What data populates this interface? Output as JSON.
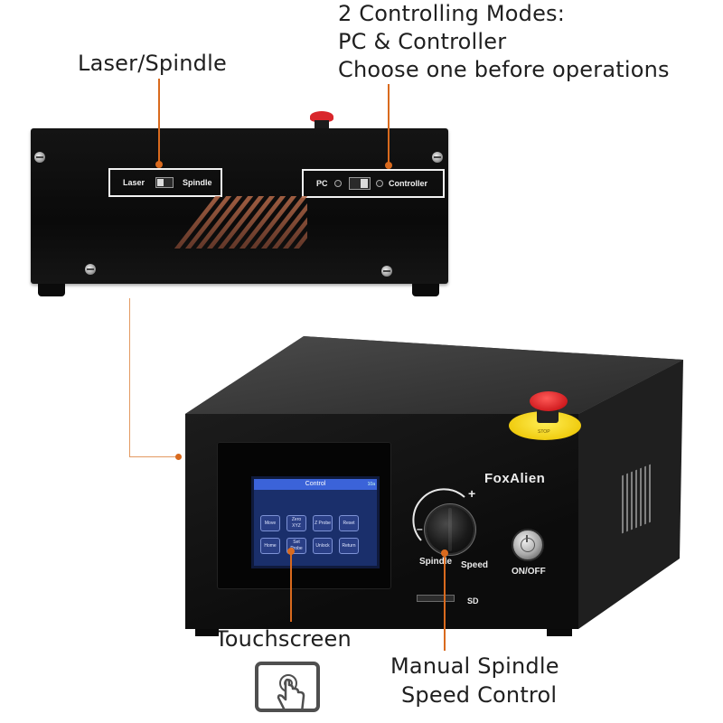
{
  "callouts": {
    "laser_spindle": "Laser/Spindle",
    "modes_line1": "2 Controlling Modes:",
    "modes_line2": "PC & Controller",
    "modes_line3": "Choose one before operations",
    "touchscreen": "Touchscreen",
    "manual_line1": "Manual Spindle",
    "manual_line2": "Speed Control"
  },
  "back_panel": {
    "laser": "Laser",
    "spindle": "Spindle",
    "pc": "PC",
    "controller": "Controller"
  },
  "controller_unit": {
    "brand": "FoxAlien",
    "knob_label_1": "Spindle",
    "knob_label_2": "Speed",
    "plus_sign": "+",
    "minus_sign": "–",
    "power_label": "ON/OFF",
    "sd_label": "SD",
    "estop_label": "STOP"
  },
  "screen": {
    "title": "Control",
    "corner": "10a",
    "buttons": [
      "Move",
      "Zero XYZ",
      "Z Probe",
      "Reset",
      "Home",
      "Set Probe",
      "Unlock",
      "Return"
    ]
  },
  "colors": {
    "accent_line": "#d96a1e",
    "screen_bg": "#1a2f6b",
    "estop_red": "#d11c20",
    "estop_yellow": "#f0cc10"
  },
  "icons": {
    "touch": "touch-hand-icon"
  }
}
